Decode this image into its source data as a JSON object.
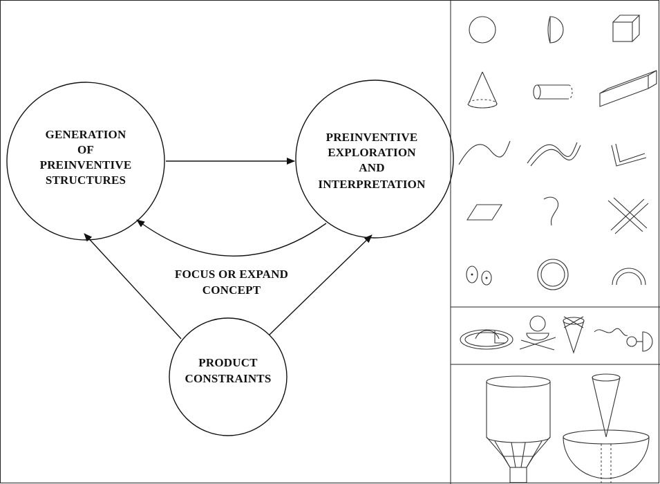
{
  "diagram": {
    "nodes": {
      "generation": {
        "lines": [
          "GENERATION",
          "OF",
          "PREINVENTIVE",
          "STRUCTURES"
        ]
      },
      "exploration": {
        "lines": [
          "PREINVENTIVE",
          "EXPLORATION",
          "AND",
          "INTERPRETATION"
        ]
      },
      "constraints": {
        "lines": [
          "PRODUCT",
          "CONSTRAINTS"
        ]
      }
    },
    "edge_label": {
      "lines": [
        "FOCUS OR EXPAND",
        "CONCEPT"
      ]
    }
  },
  "panels": {
    "basic_shapes": [
      "sphere",
      "half-sphere",
      "cube",
      "cone",
      "cylinder",
      "rectangular-block",
      "wire",
      "tube",
      "bracket",
      "flat-square",
      "hook",
      "cross",
      "handle",
      "ring",
      "half-ring"
    ],
    "combined_shapes_count": 4,
    "object_shapes_count": 2
  }
}
